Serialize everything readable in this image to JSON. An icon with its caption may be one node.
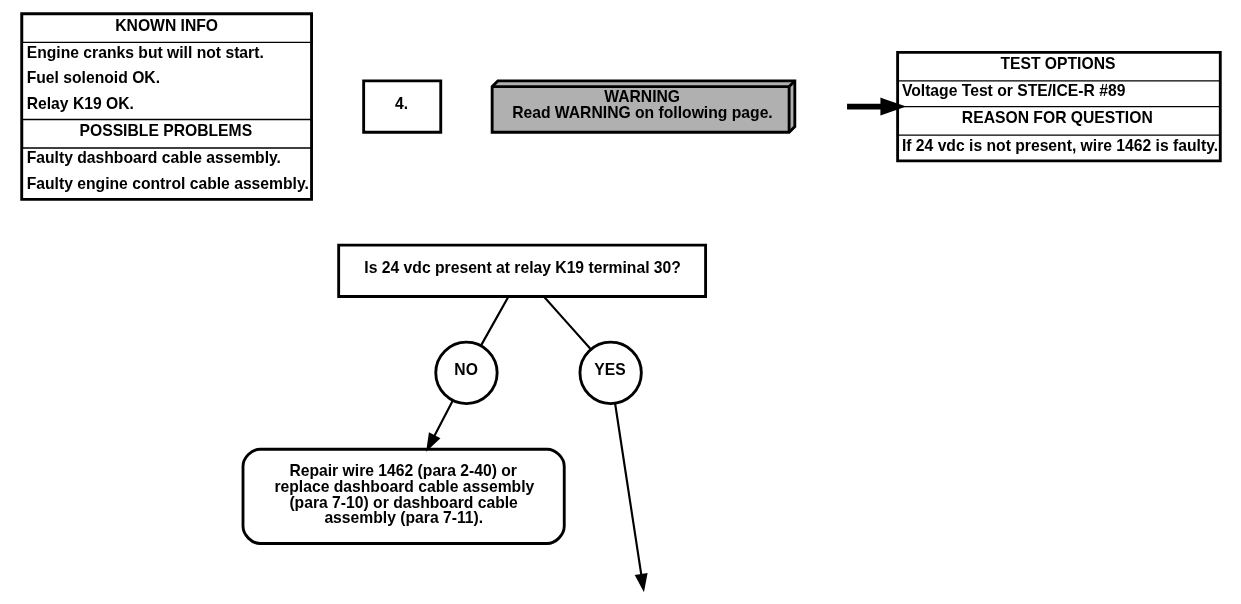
{
  "diagram": {
    "nodes": [
      {
        "text": [
          "KNOWN INFO",
          "Engine cranks but will not start.",
          "Fuel solenoid OK.",
          "Relay K19 OK.",
          "POSSIBLE PROBLEMS",
          "Faulty dashboard cable assembly.",
          "Faulty engine control cable assembly."
        ]
      },
      {
        "text": [
          "WARNING",
          "Read WARNING on following page."
        ]
      },
      {
        "text": [
          "4."
        ]
      },
      {
        "text": [
          "Is 24 vdc present at relay K19 terminal 30?"
        ]
      },
      {
        "text": [
          "TEST OPTIONS",
          "Voltage Test or STE/ICE-R #89",
          "REASON FOR QUESTION",
          "If 24 vdc is not present, wire 1462 is faulty."
        ]
      },
      {
        "text": [
          "NO"
        ]
      },
      {
        "text": [
          "YES"
        ]
      },
      {
        "text": [
          "Repair wire 1462 (para 2-40) or replace dashboard cable assembly (para 7-10) or dashboard cable assembly (para 7-11)."
        ]
      }
    ],
    "edges": [
      {
        "from": 3,
        "to": 6,
        "arrow": "none"
      },
      {
        "from": 6,
        "to": null,
        "arrow": "to"
      },
      {
        "from": 3,
        "to": 5,
        "arrow": "none"
      },
      {
        "from": 5,
        "to": 7,
        "arrow": "to"
      },
      {
        "from": null,
        "to": 4,
        "arrow": "to",
        "style": "thick"
      }
    ]
  }
}
